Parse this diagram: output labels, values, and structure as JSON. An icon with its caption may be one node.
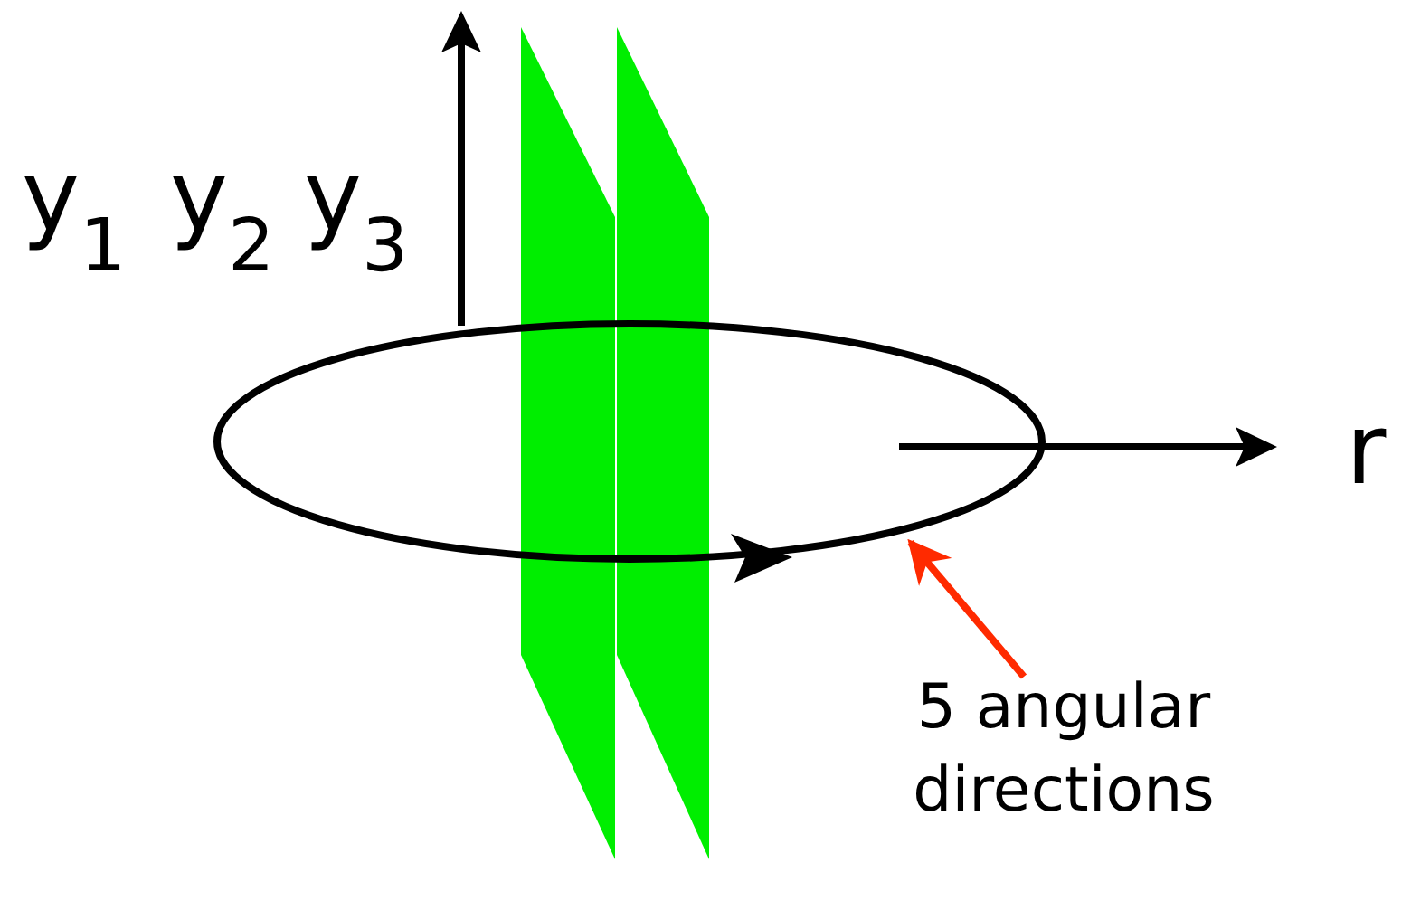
{
  "diagram": {
    "nodes": [
      {
        "text": [
          "5 angular directions"
        ]
      },
      {
        "text": [],
        "shape": "ellipse"
      }
    ],
    "edges": [
      {
        "from": 0,
        "to": 1,
        "arrow": "to",
        "color": "#ff2a00"
      }
    ],
    "labels": [
      "y$_{1}$",
      "y$_{2}$",
      "y$_{3}$",
      "r"
    ]
  }
}
